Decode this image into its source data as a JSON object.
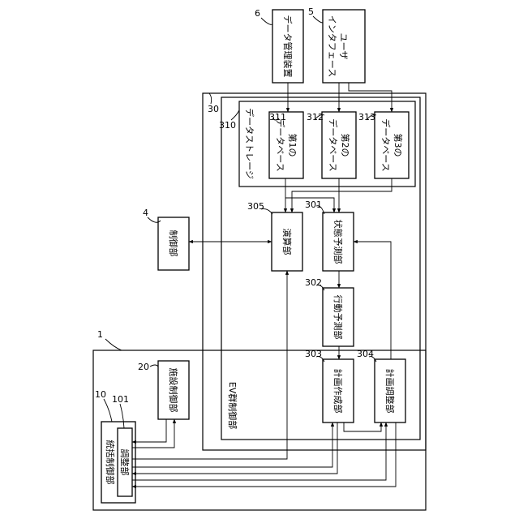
{
  "refs": {
    "system": "1",
    "general_control": "10",
    "adjust_inner": "101",
    "facility": "20",
    "control_4": "4",
    "data_mgmt": "5",
    "user_if": "6",
    "ev_group": "30",
    "storage": "310",
    "db1": "311",
    "db2": "312",
    "db3": "313",
    "calc": "305",
    "state_pred": "301",
    "action_pred": "302",
    "plan_create": "303",
    "plan_adjust": "304"
  },
  "labels": {
    "general_control": "統括制御部",
    "adjust_inner": "調整部",
    "facility": "施設制御部",
    "control_4": "制御部",
    "data_mgmt": "データ管理装置",
    "user_if_line1": "ユーザ",
    "user_if_line2": "インタフェース",
    "ev_group": "EV群制御部",
    "storage": "データストレージ",
    "db1_line1": "第1の",
    "db1_line2": "データベース",
    "db2_line1": "第2の",
    "db2_line2": "データベース",
    "db3_line1": "第3の",
    "db3_line2": "データベース",
    "calc": "演算部",
    "state_pred": "状態予測部",
    "action_pred": "行動予測部",
    "plan_create": "計画作成部",
    "plan_adjust": "計画調整部"
  }
}
